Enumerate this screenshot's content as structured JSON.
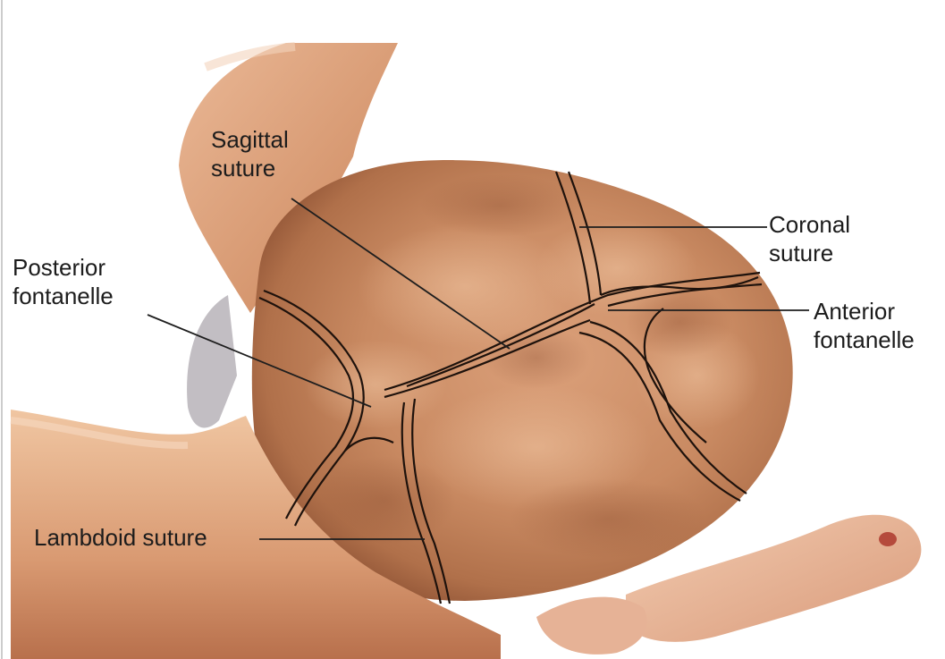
{
  "diagram": {
    "labels": {
      "sagittal_suture": "Sagittal\nsuture",
      "coronal_suture": "Coronal\nsuture",
      "posterior_fontanelle": "Posterior\nfontanelle",
      "anterior_fontanelle": "Anterior\nfontanelle",
      "lambdoid_suture": "Lambdoid suture"
    },
    "colors": {
      "background": "#ffffff",
      "skin_light": "#e8b48a",
      "skin_mid": "#c9865e",
      "skin_dark": "#9a5a3a",
      "suture_line": "#1e120c",
      "leader_line": "#1e1e1e",
      "label_text": "#1c1c1c"
    }
  }
}
